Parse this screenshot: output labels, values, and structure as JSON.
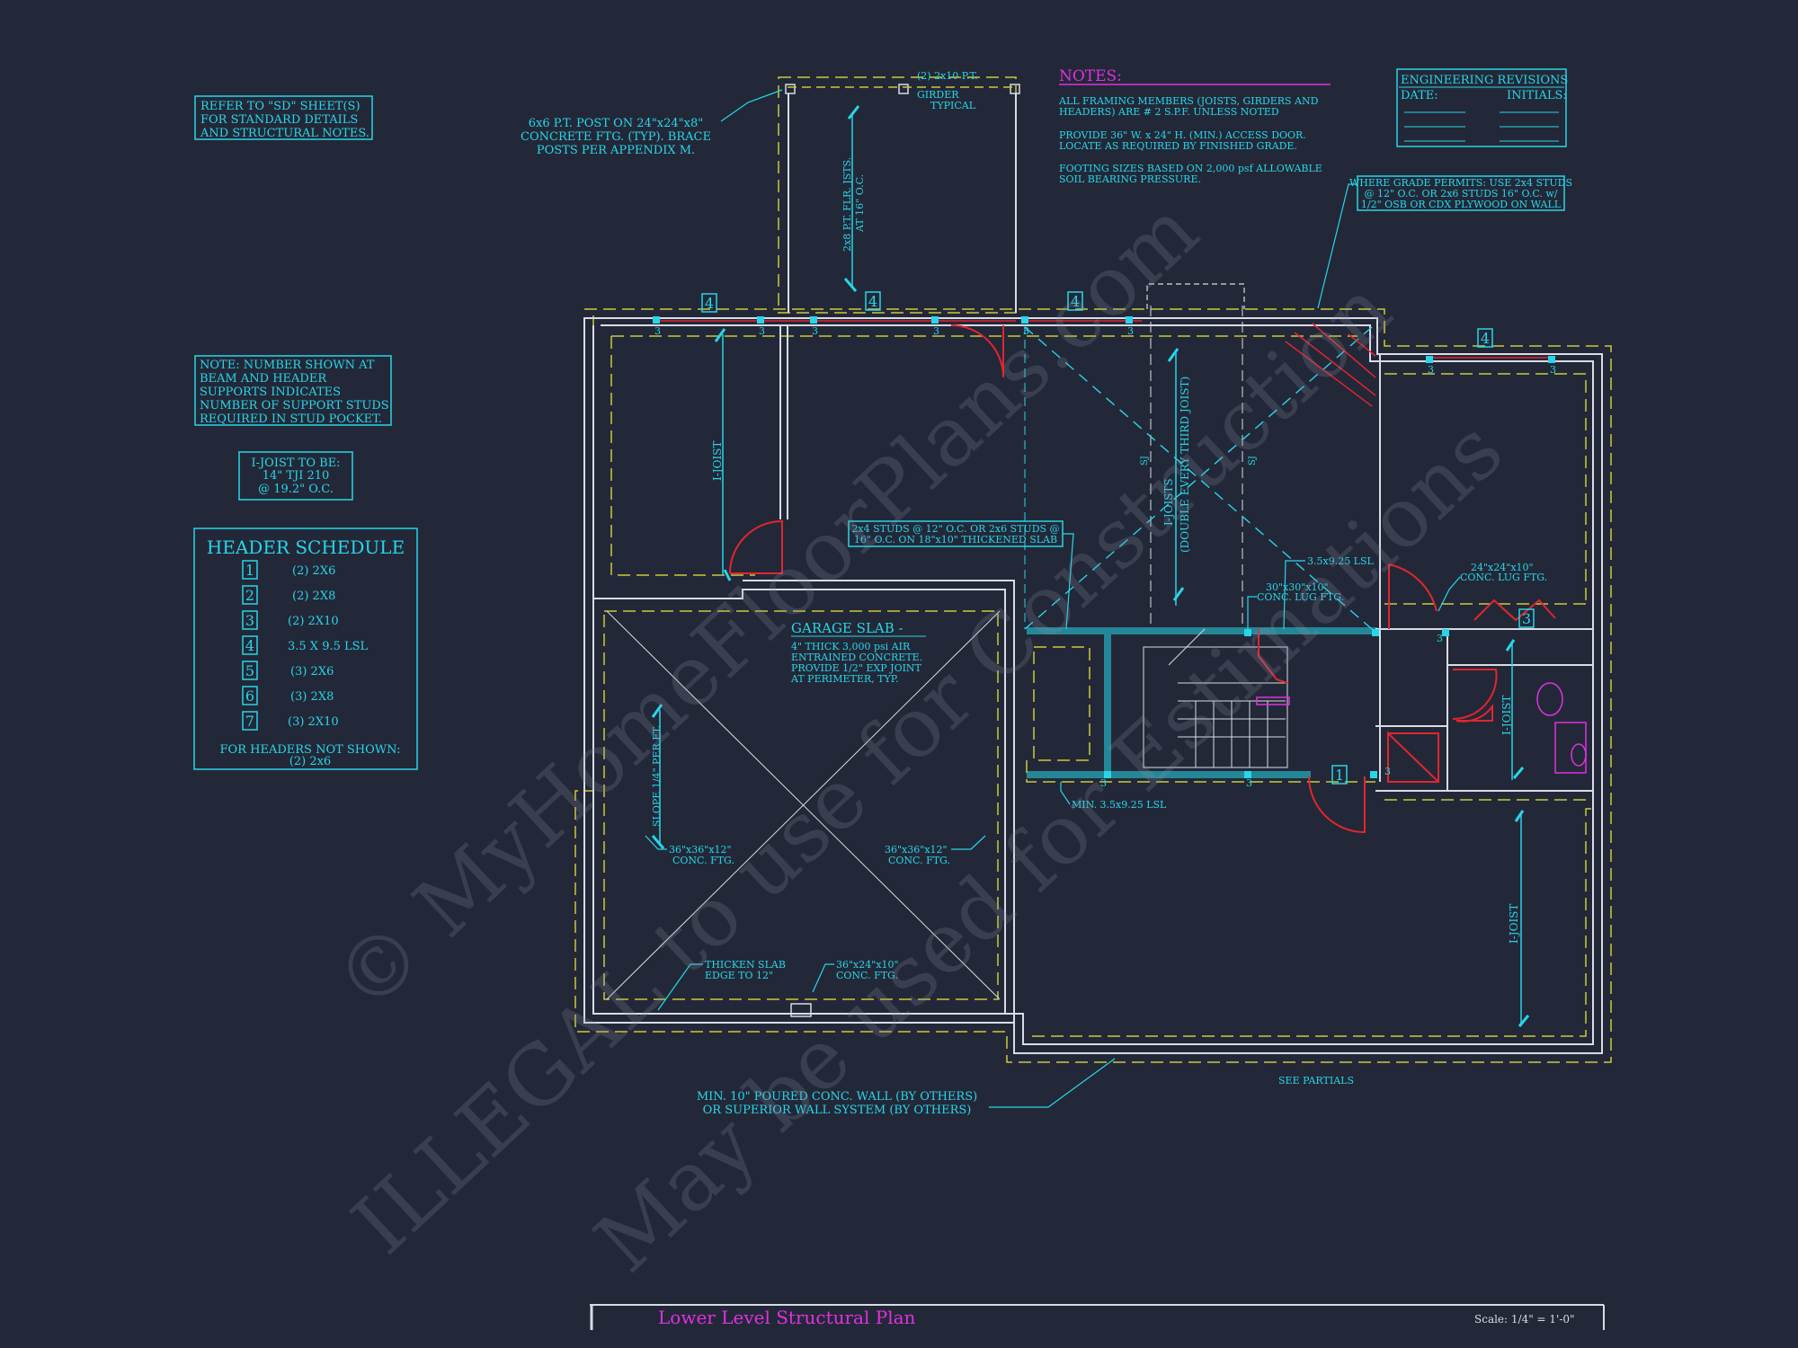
{
  "refer_note": [
    "REFER TO \"SD\" SHEET(S)",
    "FOR STANDARD DETAILS",
    "AND STRUCTURAL NOTES."
  ],
  "stud_note": [
    "NOTE: NUMBER SHOWN AT",
    "BEAM AND HEADER",
    "SUPPORTS INDICATES",
    "NUMBER OF SUPPORT STUDS",
    "REQUIRED IN STUD POCKET."
  ],
  "ijoist_note": [
    "I-JOIST TO BE:",
    "14\" TJI 210",
    "@ 19.2\" O.C."
  ],
  "header_schedule": {
    "title": "HEADER SCHEDULE",
    "rows": [
      {
        "num": "1",
        "size": "(2) 2X6"
      },
      {
        "num": "2",
        "size": "(2) 2X8"
      },
      {
        "num": "3",
        "size": "(2) 2X10"
      },
      {
        "num": "4",
        "size": "3.5 X 9.5 LSL"
      },
      {
        "num": "5",
        "size": "(3) 2X6"
      },
      {
        "num": "6",
        "size": "(3) 2X8"
      },
      {
        "num": "7",
        "size": "(3) 2X10"
      }
    ],
    "footer": [
      "FOR HEADERS NOT SHOWN:",
      "(2) 2x6"
    ]
  },
  "notes": {
    "title": "NOTES:",
    "paragraphs": [
      [
        "ALL FRAMING MEMBERS (JOISTS, GIRDERS AND",
        "HEADERS) ARE # 2 S.P.F. UNLESS NOTED"
      ],
      [
        "PROVIDE 36\" W. x 24\" H. (MIN.) ACCESS DOOR.",
        "LOCATE AS REQUIRED BY FINISHED GRADE."
      ],
      [
        "FOOTING SIZES BASED ON 2,000 psf ALLOWABLE",
        "SOIL BEARING PRESSURE."
      ]
    ]
  },
  "engineering_revisions": {
    "title": "ENGINEERING REVISIONS",
    "date_label": "DATE:",
    "initials_label": "INITIALS:"
  },
  "grade_note": [
    "WHERE GRADE PERMITS: USE 2x4 STUDS",
    "@ 12\" O.C. OR 2x6 STUDS 16\" O.C. w/",
    "1/2\" OSB OR CDX PLYWOOD ON WALL"
  ],
  "post_note": [
    "6x6 P.T. POST ON 24\"x24\"x8\"",
    "CONCRETE FTG. (TYP). BRACE",
    "POSTS PER APPENDIX M."
  ],
  "deck_labels": {
    "girder_top": "(2) 2x10 P.T.",
    "girder_typ": [
      "GIRDER",
      "TYPICAL"
    ],
    "joists": [
      "2x8 P.T. FLR. JSTS.",
      "AT 16\" O.C."
    ]
  },
  "beam_tags": [
    "4",
    "4",
    "4",
    "4"
  ],
  "stud_counts": [
    "3",
    "3",
    "3",
    "3",
    "3",
    "3",
    "3",
    "3"
  ],
  "ijoist_label": "I-JOIST",
  "ijoists_double": [
    "I-JOISTS",
    "(DOUBLE EVERY THIRD JOIST)"
  ],
  "sj_label": "SJ",
  "studs_slab_note": [
    "2x4 STUDS @ 12\" O.C. OR 2x6 STUDS @",
    "16\" O.C. ON 18\"x10\" THICKENED SLAB"
  ],
  "lsl_label": "3.5x9.25 LSL",
  "lug_ftg_30": [
    "30\"x30\"x10\"",
    "CONC. LUG FTG."
  ],
  "lug_ftg_24": [
    "24\"x24\"x10\"",
    "CONC. LUG FTG."
  ],
  "tag_3": "3",
  "tag_1": "1",
  "min_lsl": "MIN. 3.5x9.25 LSL",
  "garage": {
    "title": "GARAGE SLAB -",
    "lines": [
      "4\" THICK 3,000 psi AIR",
      "ENTRAINED CONCRETE.",
      "PROVIDE 1/2\" EXP JOINT",
      "AT PERIMETER, TYP."
    ],
    "slope": "SLOPE 1/4\" PER FT.",
    "ftg_left": [
      "36\"x36\"x12\"",
      "CONC. FTG."
    ],
    "ftg_right": [
      "36\"x36\"x12\"",
      "CONC. FTG."
    ],
    "thicken": [
      "THICKEN SLAB",
      "EDGE TO 12\""
    ],
    "ftg_bottom": [
      "36\"x24\"x10\"",
      "CONC. FTG."
    ]
  },
  "wall_note": [
    "MIN. 10\" POURED CONC. WALL (BY OTHERS)",
    "OR SUPERIOR WALL SYSTEM (BY OTHERS)"
  ],
  "see_partials": "SEE PARTIALS",
  "title_block": {
    "title": "Lower Level Structural Plan",
    "scale": "Scale: 1/4\" = 1'-0\""
  },
  "watermark": [
    "© MyHomeFloorPlans.com",
    "ILLEGAL to use for Construction",
    "May be used for Estimations"
  ],
  "colors": {
    "background": "#232838",
    "cyan": "#27d6e8",
    "magenta": "#e030e0",
    "yellow": "#c9c93a",
    "red": "#e0262e",
    "wall": "#d9dce6"
  }
}
